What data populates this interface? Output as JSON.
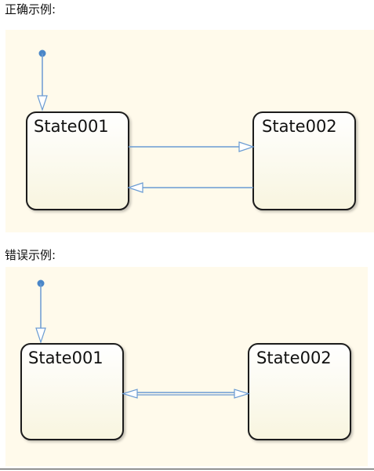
{
  "sections": [
    {
      "caption": "正确示例:",
      "states": [
        {
          "label": "State001"
        },
        {
          "label": "State002"
        }
      ],
      "transitions": [
        {
          "from": "initial",
          "to": "State001"
        },
        {
          "from": "State001",
          "to": "State002"
        },
        {
          "from": "State002",
          "to": "State001"
        }
      ]
    },
    {
      "caption": "错误示例:",
      "states": [
        {
          "label": "State001"
        },
        {
          "label": "State002"
        }
      ],
      "transitions": [
        {
          "from": "initial",
          "to": "State001"
        },
        {
          "from": "State001",
          "to": "State002",
          "bidirectional": true
        }
      ]
    }
  ],
  "colors": {
    "background": "#fffaeb",
    "connector": "#6a9bd3",
    "state_fill_top": "#ffffff",
    "state_fill_bottom": "#f8f5df",
    "state_border": "#1a1a1a"
  }
}
